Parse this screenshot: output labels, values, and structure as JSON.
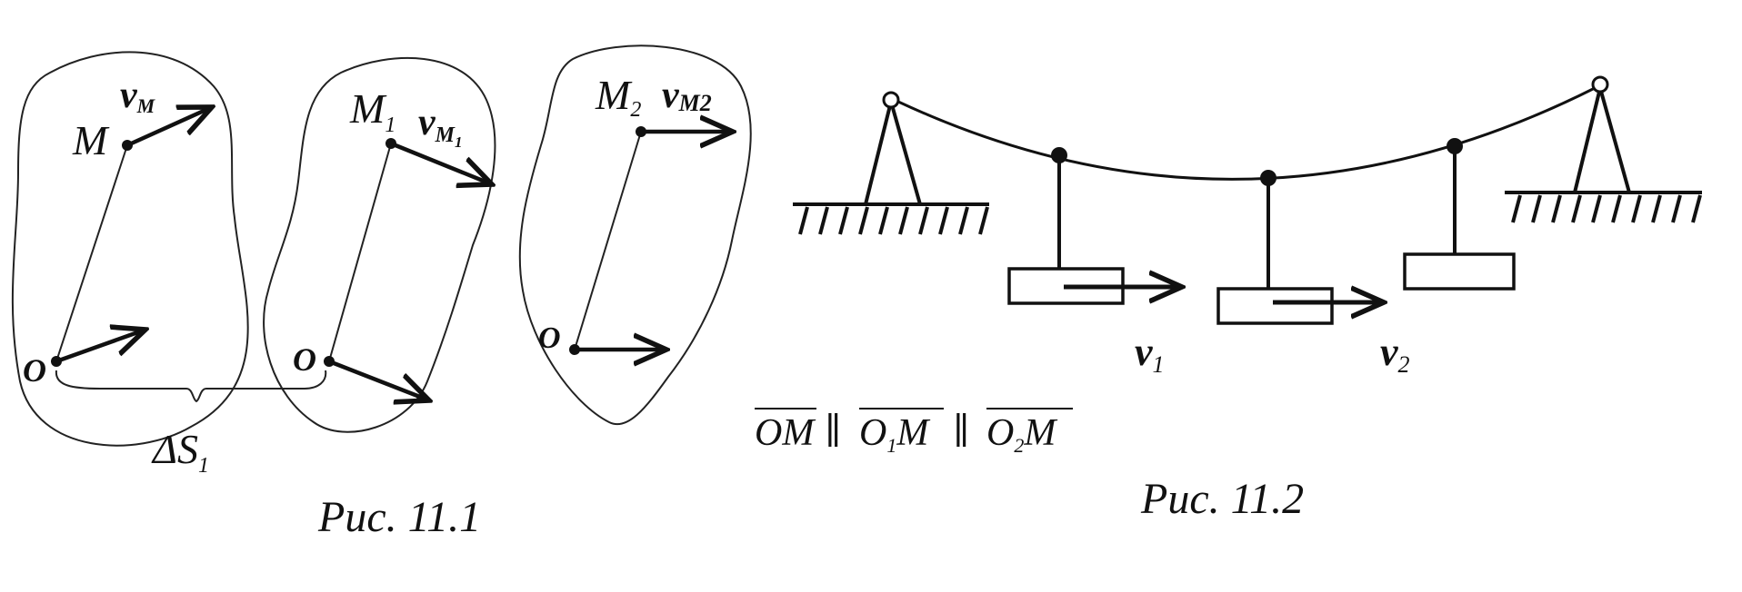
{
  "figure1": {
    "caption": "Рис. 11.1",
    "body1": {
      "point_label": "M",
      "velocity_label": "v",
      "velocity_sub": "M",
      "origin_label": "O"
    },
    "body2": {
      "point_label": "M",
      "point_sub": "1",
      "velocity_label": "v",
      "velocity_sub": "M",
      "velocity_subsub": "1",
      "origin_label": "O"
    },
    "body3": {
      "point_label": "M",
      "point_sub": "2",
      "velocity_label": "v",
      "velocity_sub": "M",
      "velocity_subsub": "2",
      "origin_label": "O"
    },
    "displacement_label": "ΔS",
    "displacement_sub": "1",
    "relation": {
      "part1": "OM",
      "sep1": "∥",
      "part2_a": "O",
      "part2_sub": "1",
      "part2_b": "M",
      "sep2": "∥",
      "part3_a": "O",
      "part3_sub": "2",
      "part3_b": "M"
    }
  },
  "figure2": {
    "caption": "Рис. 11.2",
    "v1_label": "v",
    "v1_sub": "1",
    "v2_label": "v",
    "v2_sub": "2"
  }
}
